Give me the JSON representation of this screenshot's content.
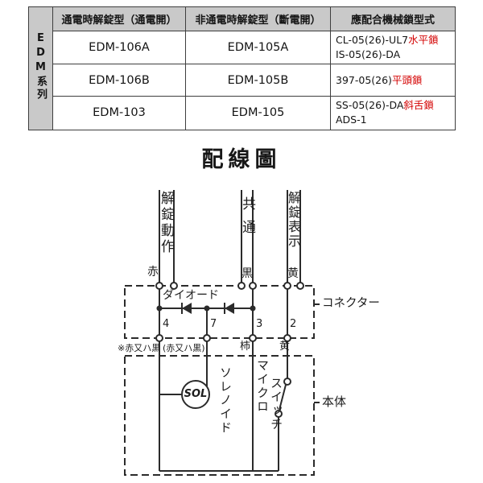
{
  "table": {
    "series_label": "EDM系列",
    "headers": {
      "powered": "通電時解錠型（通電開）",
      "unpowered": "非通電時解錠型（斷電開）",
      "lock": "應配合機械鎖型式"
    },
    "rows": [
      {
        "powered": "EDM-106A",
        "unpowered": "EDM-105A",
        "lock_main": "CL-05(26)-UL7",
        "lock_red": "水平鎖",
        "lock_extra": "IS-05(26)-DA"
      },
      {
        "powered": "EDM-106B",
        "unpowered": "EDM-105B",
        "lock_main": "397-05(26)",
        "lock_red": "平頭鎖",
        "lock_extra": ""
      },
      {
        "powered": "EDM-103",
        "unpowered": "EDM-105",
        "lock_main": "SS-05(26)-DA",
        "lock_red": "斜舌鎖",
        "lock_extra": "ADS-1"
      }
    ]
  },
  "diagram": {
    "title": "配線圖",
    "labels": {
      "unlock_action": "解錠動作",
      "common": "共通",
      "unlock_indicator": "解錠表示",
      "wire_red": "赤",
      "wire_black": "黒",
      "wire_yellow": "黄",
      "diode": "ダイオード",
      "connector": "コネクター",
      "terminal_4": "4",
      "terminal_7": "7",
      "terminal_3": "3",
      "terminal_2": "2",
      "note_red_or_black": "※赤又ハ黒",
      "red_or_black_paren": "(赤又ハ黒)",
      "persimmon": "柿",
      "yellow_lower": "黄",
      "sol": "SOL",
      "solenoid": "ソレノイド",
      "micro": "マイクロ",
      "switch": "スイッチ",
      "body": "本体"
    }
  },
  "colors": {
    "accent_red_text": "#d40000",
    "table_header_bg": "#c9c9c9",
    "diagram_line": "#2b2b2b"
  }
}
